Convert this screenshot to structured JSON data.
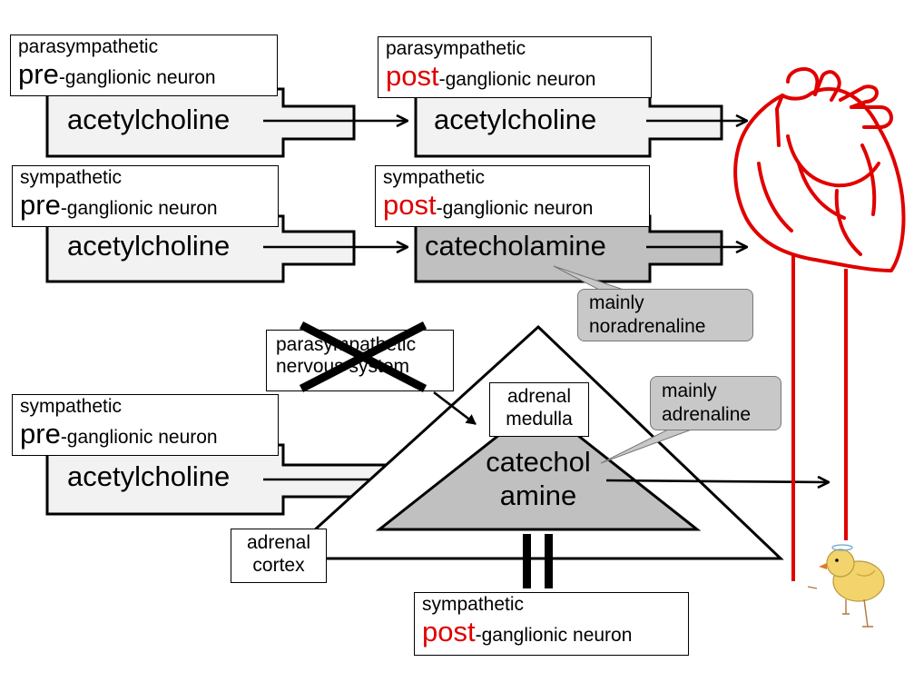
{
  "row1": {
    "pre": {
      "type": "parasympathetic",
      "prefix": "pre",
      "suffix": "-ganglionic neuron",
      "transmitter": "acetylcholine"
    },
    "post": {
      "type": "parasympathetic",
      "prefix": "post",
      "suffix": "-ganglionic neuron",
      "transmitter": "acetylcholine"
    }
  },
  "row2": {
    "pre": {
      "type": "sympathetic",
      "prefix": "pre",
      "suffix": "-ganglionic neuron",
      "transmitter": "acetylcholine"
    },
    "post": {
      "type": "sympathetic",
      "prefix": "post",
      "suffix": "-ganglionic neuron",
      "transmitter": "catecholamine"
    },
    "callout": [
      "mainly",
      "noradrenaline"
    ]
  },
  "row3": {
    "pre": {
      "type": "sympathetic",
      "prefix": "pre",
      "suffix": "-ganglionic neuron",
      "transmitter": "acetylcholine"
    },
    "crossed_label": [
      "parasympathetic",
      "nervous system"
    ],
    "medulla_label": [
      "adrenal",
      "medulla"
    ],
    "medulla_content": [
      "catechol",
      "amine"
    ],
    "cortex_label": [
      "adrenal",
      "cortex"
    ],
    "callout": [
      "mainly",
      "adrenaline"
    ],
    "post": {
      "type": "sympathetic",
      "prefix": "post",
      "suffix": "-ganglionic neuron"
    }
  },
  "colors": {
    "accent_red": "#e00000",
    "box_fill": "#f2f2f2",
    "dark_fill": "#c0c0c0",
    "callout_fill": "#c8c8c8"
  },
  "icons": {
    "heart": "heart-icon",
    "chick": "chick-icon"
  }
}
